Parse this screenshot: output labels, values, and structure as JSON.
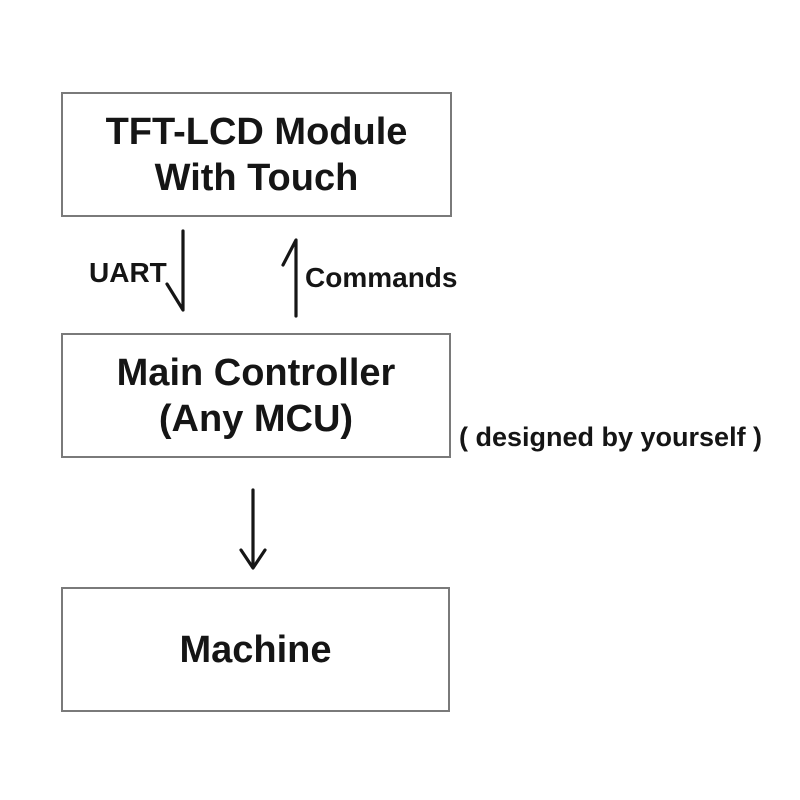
{
  "diagram": {
    "background_color": "#ffffff",
    "box_border_color": "#7a7a7a",
    "text_color": "#151515",
    "boxes": [
      {
        "name": "tft-lcd-module",
        "lines": [
          "TFT-LCD Module",
          "With Touch"
        ]
      },
      {
        "name": "main-controller",
        "lines": [
          "Main Controller",
          "(Any MCU)"
        ]
      },
      {
        "name": "machine",
        "lines": [
          "Machine"
        ]
      }
    ],
    "labels": {
      "uart": "UART",
      "commands": "Commands",
      "designed_by": "( designed by yourself )"
    },
    "arrows": [
      {
        "name": "uart-down-arrow",
        "direction": "down",
        "from": "tft-lcd-module",
        "to": "main-controller"
      },
      {
        "name": "commands-up-arrow",
        "direction": "up",
        "from": "main-controller",
        "to": "tft-lcd-module"
      },
      {
        "name": "controller-to-machine-arrow",
        "direction": "down",
        "from": "main-controller",
        "to": "machine"
      }
    ]
  }
}
